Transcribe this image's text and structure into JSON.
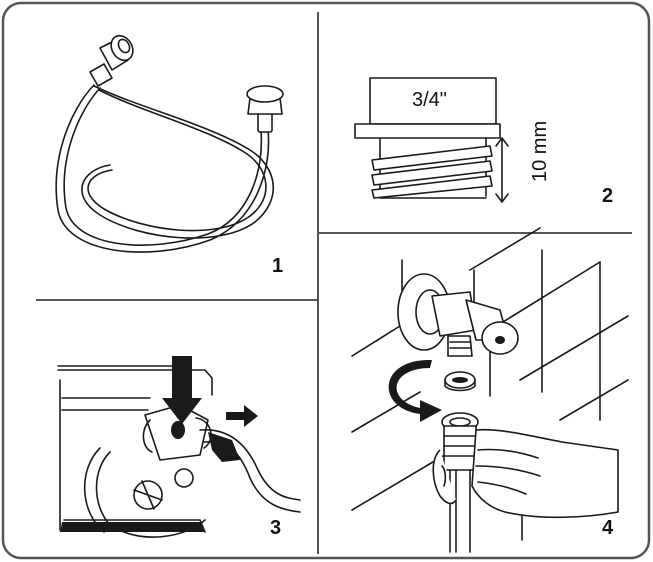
{
  "steps": [
    {
      "number": "1"
    },
    {
      "number": "2"
    },
    {
      "number": "3"
    },
    {
      "number": "4"
    }
  ],
  "thread": {
    "size_label": "3/4\"",
    "length_label": "10 mm"
  },
  "colors": {
    "frame": "#555555",
    "ink": "#1a1a1a",
    "background": "#ffffff"
  }
}
